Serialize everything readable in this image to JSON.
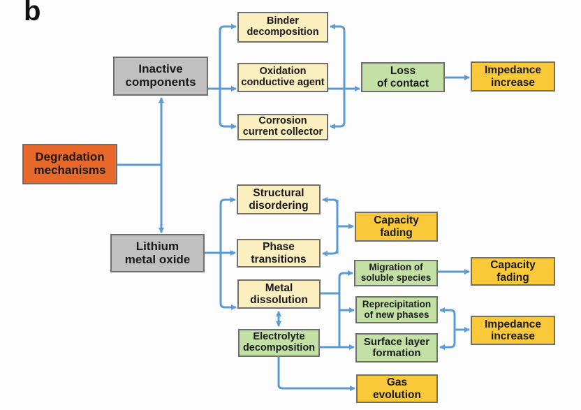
{
  "panel_label": "b",
  "colors": {
    "arrow": "#5b9bd5",
    "root": "#e8682a",
    "category": "#c0c0c0",
    "mechanism": "#fcefbf",
    "process": "#c3e1a4",
    "effect": "#f9c93a"
  },
  "nodes": {
    "degradation": {
      "line1": "Degradation",
      "line2": "mechanisms"
    },
    "inactive": {
      "line1": "Inactive",
      "line2": "components"
    },
    "binder": {
      "line1": "Binder",
      "line2": "decomposition"
    },
    "oxidation": {
      "line1": "Oxidation",
      "line2": "conductive agent"
    },
    "corrosion": {
      "line1": "Corrosion",
      "line2": "current collector"
    },
    "loss": {
      "line1": "Loss",
      "line2": "of contact"
    },
    "impedance_top": {
      "line1": "Impedance",
      "line2": "increase"
    },
    "lithium": {
      "line1": "Lithium",
      "line2": "metal oxide"
    },
    "structural": {
      "line1": "Structural",
      "line2": "disordering"
    },
    "phase": {
      "line1": "Phase",
      "line2": "transitions"
    },
    "capacity_mid": {
      "line1": "Capacity",
      "line2": "fading"
    },
    "metal": {
      "line1": "Metal",
      "line2": "dissolution"
    },
    "electrolyte": {
      "line1": "Electrolyte",
      "line2": "decomposition"
    },
    "migration": {
      "line1": "Migration of",
      "line2": "soluble species"
    },
    "reprecipitation": {
      "line1": "Reprecipitation",
      "line2": "of new phases"
    },
    "surface": {
      "line1": "Surface layer",
      "line2": "formation"
    },
    "capacity_right": {
      "line1": "Capacity",
      "line2": "fading"
    },
    "impedance_bottom": {
      "line1": "Impedance",
      "line2": "increase"
    },
    "gas": {
      "line1": "Gas",
      "line2": "evolution"
    }
  },
  "edges": [
    [
      "degradation",
      "inactive"
    ],
    [
      "degradation",
      "lithium"
    ],
    [
      "inactive",
      "binder"
    ],
    [
      "inactive",
      "oxidation"
    ],
    [
      "inactive",
      "corrosion"
    ],
    [
      "oxidation",
      "loss"
    ],
    [
      "binder",
      "loss"
    ],
    [
      "corrosion",
      "loss"
    ],
    [
      "loss",
      "impedance_top"
    ],
    [
      "lithium",
      "structural"
    ],
    [
      "lithium",
      "phase"
    ],
    [
      "lithium",
      "metal"
    ],
    [
      "structural",
      "capacity_mid"
    ],
    [
      "phase",
      "capacity_mid"
    ],
    [
      "metal",
      "electrolyte"
    ],
    [
      "metal",
      "migration"
    ],
    [
      "metal",
      "reprecipitation"
    ],
    [
      "metal",
      "surface"
    ],
    [
      "electrolyte",
      "surface"
    ],
    [
      "electrolyte",
      "gas"
    ],
    [
      "migration",
      "capacity_right"
    ],
    [
      "reprecipitation",
      "impedance_bottom"
    ],
    [
      "surface",
      "impedance_bottom"
    ]
  ]
}
